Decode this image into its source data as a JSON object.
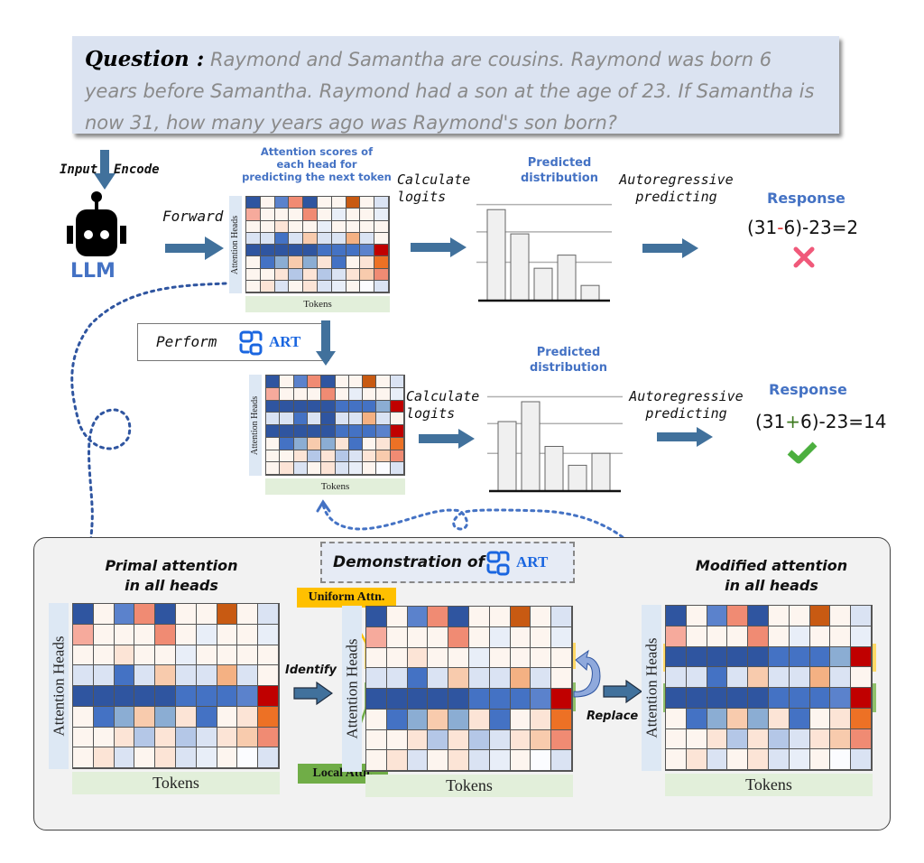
{
  "question": {
    "label": "Question :",
    "text": "Raymond and Samantha are cousins. Raymond was born 6 years before Samantha. Raymond had a son at the age of 23. If Samantha is now 31, how many years ago was Raymond's son born?"
  },
  "input_encode": {
    "left": "Input",
    "right": "Encode"
  },
  "llm": {
    "label": "LLM",
    "icon": "robot-icon"
  },
  "forward_label": "Forward",
  "attention_caption": [
    "Attention scores of",
    "each head for",
    "predicting the next token"
  ],
  "heatmap_labels": {
    "y": "Attention Heads",
    "x": "Tokens"
  },
  "rows": {
    "original": {
      "calculate": [
        "Calculate",
        "logits"
      ],
      "dist_title": [
        "Predicted",
        "distribution"
      ],
      "dist_values": [
        0.9,
        0.66,
        0.32,
        0.45,
        0.15
      ],
      "autoregressive": [
        "Autoregressive",
        "predicting"
      ],
      "response_title": "Response",
      "response_prefix": "(31",
      "response_op": "-",
      "response_suffix": "6)-23=2",
      "op_color": "#e03030",
      "verdict": "cross-icon"
    },
    "modified": {
      "calculate": [
        "Calculate",
        "logits"
      ],
      "dist_title": [
        "Predicted",
        "distribution"
      ],
      "dist_values": [
        0.7,
        0.9,
        0.45,
        0.26,
        0.38
      ],
      "autoregressive": [
        "Autoregressive",
        "predicting"
      ],
      "response_title": "Response",
      "response_prefix": "(31",
      "response_op": "+",
      "response_suffix": "6)-23=14",
      "op_color": "#3d7a1f",
      "verdict": "check-icon"
    }
  },
  "perform": {
    "label": "Perform",
    "art": "ART"
  },
  "demo": {
    "title": "Demonstration of",
    "art": "ART",
    "primal_title": [
      "Primal attention",
      "in all heads"
    ],
    "modified_title": [
      "Modified attention",
      "in all heads"
    ],
    "identify": "Identify",
    "replace": "Replace",
    "uniform_tag": "Uniform Attn.",
    "local_tag": "Local Attn."
  },
  "colors": {
    "accent_blue": "#4472c4",
    "arrow_blue": "#41719c",
    "art_blue": "#1a66e0",
    "uniform": "#ffc000",
    "uniform_box": "#ffd966",
    "local": "#70ad47",
    "local_box": "#8fc16a",
    "cross": "#f0597a",
    "check": "#4caf3f"
  },
  "palette": {
    "B": "#2f55a0",
    "b": "#4472c4",
    "m": "#5b82cc",
    "l": "#8badd3",
    "s": "#b4c7e7",
    "p": "#dae3f3",
    "q": "#e8eef8",
    "w": "#fdf5ef",
    "e": "#fce4d6",
    "f": "#f8cbad",
    "o": "#f4b183",
    "r": "#f08b73",
    "k": "#f6aa9c",
    "O": "#ed7125",
    "D": "#c85a12",
    "R": "#c00000",
    "W": "#fbfcff"
  },
  "heatmaps": {
    "primal": [
      "BwmrBwwDwp",
      "kwwwrwqwwq",
      "wwewwqwwww",
      "ppbpfppopw",
      "BBBBBbbbmR",
      "wblflebweO",
      "wwesespefr",
      "wepwepqwWp"
    ],
    "modified_top": [
      "BwmrBwwDwp",
      "kwwwrwqwwq",
      "BBBBBbbblR",
      "ppbpBppopw",
      "BBBBBbbbmR",
      "wblflebweO",
      "wwesespefr",
      "wepwepqwWp"
    ],
    "modified_demo": [
      "BwmrBwwDwp",
      "kwwwrwqwwq",
      "BBBBBbbblR",
      "ppbpfppopw",
      "BBBBBbbbmR",
      "wblflebweO",
      "wwesespefr",
      "wepwepqwWp"
    ]
  }
}
